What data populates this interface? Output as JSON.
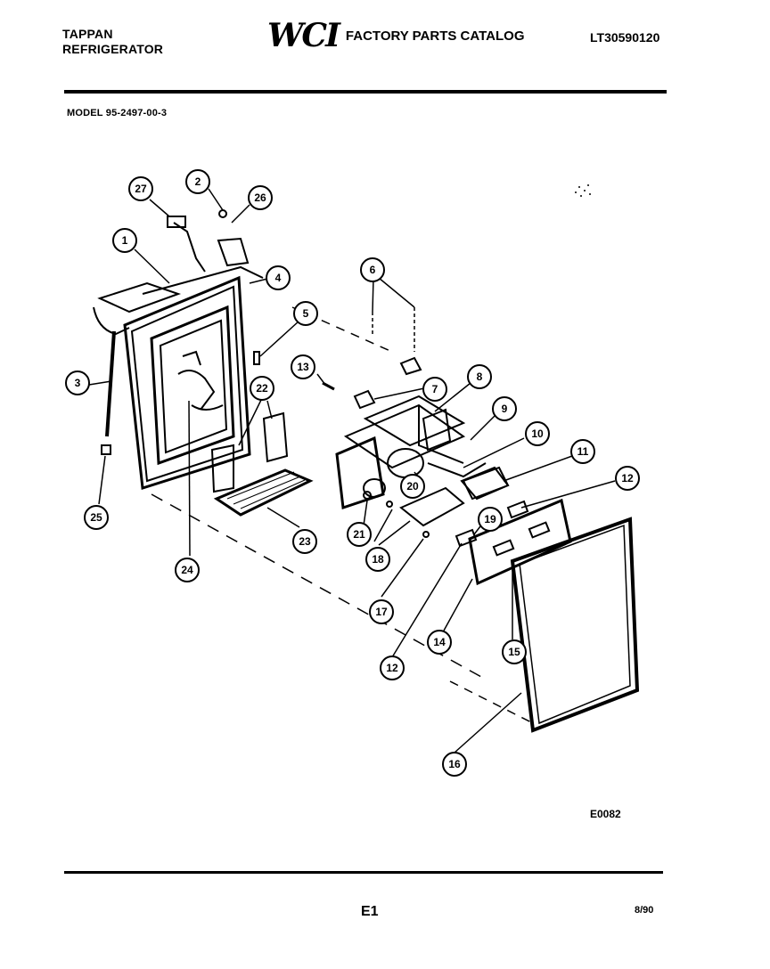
{
  "header": {
    "brand_line1": "TAPPAN",
    "brand_line2": "REFRIGERATOR",
    "logo_text": "WCI",
    "catalog_title": "FACTORY PARTS CATALOG",
    "catalog_code": "LT30590120"
  },
  "model_label": "MODEL 95-2497-00-3",
  "diagram": {
    "reference_code": "E0082",
    "callouts": [
      "27",
      "2",
      "26",
      "1",
      "4",
      "5",
      "3",
      "22",
      "25",
      "24",
      "23",
      "6",
      "13",
      "7",
      "8",
      "9",
      "10",
      "11",
      "12",
      "20",
      "19",
      "21",
      "18",
      "17",
      "12",
      "14",
      "15",
      "16"
    ]
  },
  "footer": {
    "page": "E1",
    "date": "8/90"
  }
}
